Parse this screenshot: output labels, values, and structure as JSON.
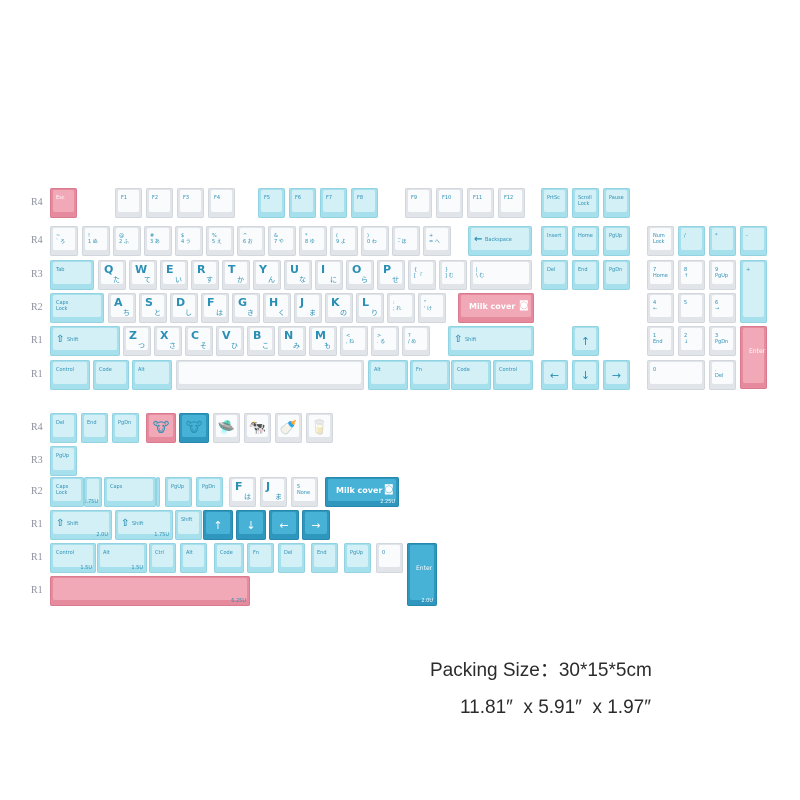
{
  "row_labels_main": [
    "R4",
    "R4",
    "R3",
    "R2",
    "R1",
    "R1"
  ],
  "row_labels_extra": [
    "R4",
    "R3",
    "R2",
    "R1",
    "R1",
    "R1"
  ],
  "colors": {
    "white_cap": "#fafbfc",
    "light_blue_cap": "#d3f0f6",
    "dark_blue_cap": "#48b2d6",
    "pink_cap": "#f2a9b7",
    "legend": "#2a8fb5"
  },
  "main_keys": [
    {
      "l": "Esc",
      "c": "pink"
    },
    {
      "l": "F1",
      "c": "white"
    },
    {
      "l": "F2",
      "c": "white"
    },
    {
      "l": "F3",
      "c": "white"
    },
    {
      "l": "F4",
      "c": "white"
    },
    {
      "l": "F5",
      "c": "light"
    },
    {
      "l": "F6",
      "c": "light"
    },
    {
      "l": "F7",
      "c": "light"
    },
    {
      "l": "F8",
      "c": "light"
    },
    {
      "l": "F9",
      "c": "white"
    },
    {
      "l": "F10",
      "c": "white"
    },
    {
      "l": "F11",
      "c": "white"
    },
    {
      "l": "F12",
      "c": "white"
    },
    {
      "l": "PrtSc",
      "c": "light"
    },
    {
      "l": "Scroll\nLock",
      "c": "light"
    },
    {
      "l": "Pause",
      "c": "light"
    },
    {
      "l": "~\n` ろ",
      "c": "white"
    },
    {
      "l": "!\n1 ぬ",
      "c": "white"
    },
    {
      "l": "@\n2 ふ",
      "c": "white"
    },
    {
      "l": "#\n3 あ",
      "c": "white"
    },
    {
      "l": "$\n4 う",
      "c": "white"
    },
    {
      "l": "%\n5 え",
      "c": "white"
    },
    {
      "l": "^\n6 お",
      "c": "white"
    },
    {
      "l": "&\n7 や",
      "c": "white"
    },
    {
      "l": "*\n8 ゆ",
      "c": "white"
    },
    {
      "l": "(\n9 よ",
      "c": "white"
    },
    {
      "l": ")\n0 わ",
      "c": "white"
    },
    {
      "l": "_\n- ほ",
      "c": "white"
    },
    {
      "l": "+\n= へ",
      "c": "white"
    },
    {
      "l": "Backspace",
      "c": "light",
      "icon": "←"
    },
    {
      "l": "Insert",
      "c": "light"
    },
    {
      "l": "Home",
      "c": "light"
    },
    {
      "l": "PgUp",
      "c": "light"
    },
    {
      "l": "Num\nLock",
      "c": "white"
    },
    {
      "l": "/",
      "c": "light"
    },
    {
      "l": "*",
      "c": "light"
    },
    {
      "l": "-",
      "c": "light"
    },
    {
      "l": "Tab",
      "c": "light"
    },
    {
      "b": "Q",
      "s": "た"
    },
    {
      "b": "W",
      "s": "て"
    },
    {
      "b": "E",
      "s": "い"
    },
    {
      "b": "R",
      "s": "す"
    },
    {
      "b": "T",
      "s": "か"
    },
    {
      "b": "Y",
      "s": "ん"
    },
    {
      "b": "U",
      "s": "な"
    },
    {
      "b": "I",
      "s": "に"
    },
    {
      "b": "O",
      "s": "ら"
    },
    {
      "b": "P",
      "s": "せ"
    },
    {
      "l": "{\n[ 「",
      "c": "white"
    },
    {
      "l": "}\n] む",
      "c": "white"
    },
    {
      "l": "|\n\\ む",
      "c": "white"
    },
    {
      "l": "Del",
      "c": "light"
    },
    {
      "l": "End",
      "c": "light"
    },
    {
      "l": "PgDn",
      "c": "light"
    },
    {
      "l": "7\nHome",
      "c": "white"
    },
    {
      "l": "8\n↑",
      "c": "white"
    },
    {
      "l": "9\nPgUp",
      "c": "white"
    },
    {
      "l": "+",
      "c": "light"
    },
    {
      "l": "Caps\nLock",
      "c": "light"
    },
    {
      "b": "A",
      "s": "ち"
    },
    {
      "b": "S",
      "s": "と"
    },
    {
      "b": "D",
      "s": "し"
    },
    {
      "b": "F",
      "s": "は"
    },
    {
      "b": "G",
      "s": "き"
    },
    {
      "b": "H",
      "s": "く"
    },
    {
      "b": "J",
      "s": "ま"
    },
    {
      "b": "K",
      "s": "の"
    },
    {
      "b": "L",
      "s": "り"
    },
    {
      "l": ":\n; れ",
      "c": "white"
    },
    {
      "l": "\"\n' け",
      "c": "white"
    },
    {
      "l": "Milk cover",
      "c": "pink",
      "milk": true
    },
    {
      "l": "4\n←",
      "c": "white"
    },
    {
      "l": "5",
      "c": "white"
    },
    {
      "l": "6\n→",
      "c": "white"
    },
    {
      "l": "Shift",
      "c": "light",
      "icon": "⇧"
    },
    {
      "b": "Z",
      "s": "つ"
    },
    {
      "b": "X",
      "s": "さ"
    },
    {
      "b": "C",
      "s": "そ"
    },
    {
      "b": "V",
      "s": "ひ"
    },
    {
      "b": "B",
      "s": "こ"
    },
    {
      "b": "N",
      "s": "み"
    },
    {
      "b": "M",
      "s": "も"
    },
    {
      "l": "<\n, ね",
      "c": "white"
    },
    {
      "l": ">\n. る",
      "c": "white"
    },
    {
      "l": "?\n/ め",
      "c": "white"
    },
    {
      "l": "Shift",
      "c": "light",
      "icon": "⇧"
    },
    {
      "l": "",
      "c": "light",
      "icon": "↑"
    },
    {
      "l": "1\nEnd",
      "c": "white"
    },
    {
      "l": "2\n↓",
      "c": "white"
    },
    {
      "l": "3\nPgDn",
      "c": "white"
    },
    {
      "l": "Enter",
      "c": "pink",
      "enter": true
    },
    {
      "l": "Control",
      "c": "light"
    },
    {
      "l": "Code",
      "c": "light"
    },
    {
      "l": "Alt",
      "c": "light"
    },
    {
      "l": "",
      "c": "white"
    },
    {
      "l": "Alt",
      "c": "light"
    },
    {
      "l": "Fn",
      "c": "light"
    },
    {
      "l": "Code",
      "c": "light"
    },
    {
      "l": "Control",
      "c": "light"
    },
    {
      "l": "",
      "c": "light",
      "icon": "←"
    },
    {
      "l": "",
      "c": "light",
      "icon": "↓"
    },
    {
      "l": "",
      "c": "light",
      "icon": "→"
    },
    {
      "l": "0",
      "c": "white"
    },
    {
      "l": ".\nDel",
      "c": "white"
    }
  ],
  "extra_keys": [
    {
      "l": "Del",
      "c": "light"
    },
    {
      "l": "End",
      "c": "light"
    },
    {
      "l": "PgDn",
      "c": "light"
    },
    {
      "l": "",
      "c": "pink",
      "icon": "cow-face-icon"
    },
    {
      "l": "",
      "c": "dark",
      "icon": "cow-face-icon"
    },
    {
      "l": "",
      "c": "white",
      "icon": "ufo-cow-icon"
    },
    {
      "l": "",
      "c": "white",
      "icon": "cow-icon"
    },
    {
      "l": "",
      "c": "white",
      "icon": "milk-bottle-icon"
    },
    {
      "l": "",
      "c": "white",
      "icon": "milk-bottle-small-icon"
    },
    {
      "l": "PgUp",
      "c": "light"
    },
    {
      "l": "Caps\nLock",
      "c": "light",
      "u": ""
    },
    {
      "l": "",
      "c": "light",
      "u": "1.75U"
    },
    {
      "l": "Caps",
      "c": "light",
      "u": ""
    },
    {
      "l": "",
      "c": "light",
      "u": "1.75U"
    },
    {
      "l": "PgUp",
      "c": "light"
    },
    {
      "l": "PgDn",
      "c": "light"
    },
    {
      "b": "F",
      "s": "は",
      "c": "white"
    },
    {
      "b": "J",
      "s": "ま",
      "c": "white"
    },
    {
      "l": "5\nNone",
      "c": "white"
    },
    {
      "l": "Milk cover",
      "c": "dark",
      "milk": true,
      "u": "2.25U"
    },
    {
      "l": "Shift",
      "c": "light",
      "icon": "⇧",
      "u": "2.0U"
    },
    {
      "l": "Shift",
      "c": "light",
      "icon": "⇧",
      "u": "1.75U"
    },
    {
      "l": "Shift",
      "c": "light"
    },
    {
      "l": "",
      "c": "dark",
      "icon": "↑"
    },
    {
      "l": "",
      "c": "dark",
      "icon": "↓"
    },
    {
      "l": "",
      "c": "dark",
      "icon": "←"
    },
    {
      "l": "",
      "c": "dark",
      "icon": "→"
    },
    {
      "l": "Control",
      "c": "light",
      "u": "1.5U"
    },
    {
      "l": "Alt",
      "c": "light",
      "u": "1.5U"
    },
    {
      "l": "Ctrl",
      "c": "light"
    },
    {
      "l": "Alt",
      "c": "light"
    },
    {
      "l": "Code",
      "c": "light"
    },
    {
      "l": "Fn",
      "c": "light"
    },
    {
      "l": "Del",
      "c": "light"
    },
    {
      "l": "End",
      "c": "light"
    },
    {
      "l": "PgUp",
      "c": "light"
    },
    {
      "l": "0",
      "c": "white"
    },
    {
      "l": "Enter",
      "c": "dark",
      "enter": true,
      "u": "2.0U"
    },
    {
      "l": "",
      "c": "pink",
      "u": "6.25U"
    }
  ],
  "packing_size": "Packing Size：30*15*5cm",
  "packing_dims": "11.81″  x 5.91″  x 1.97″"
}
